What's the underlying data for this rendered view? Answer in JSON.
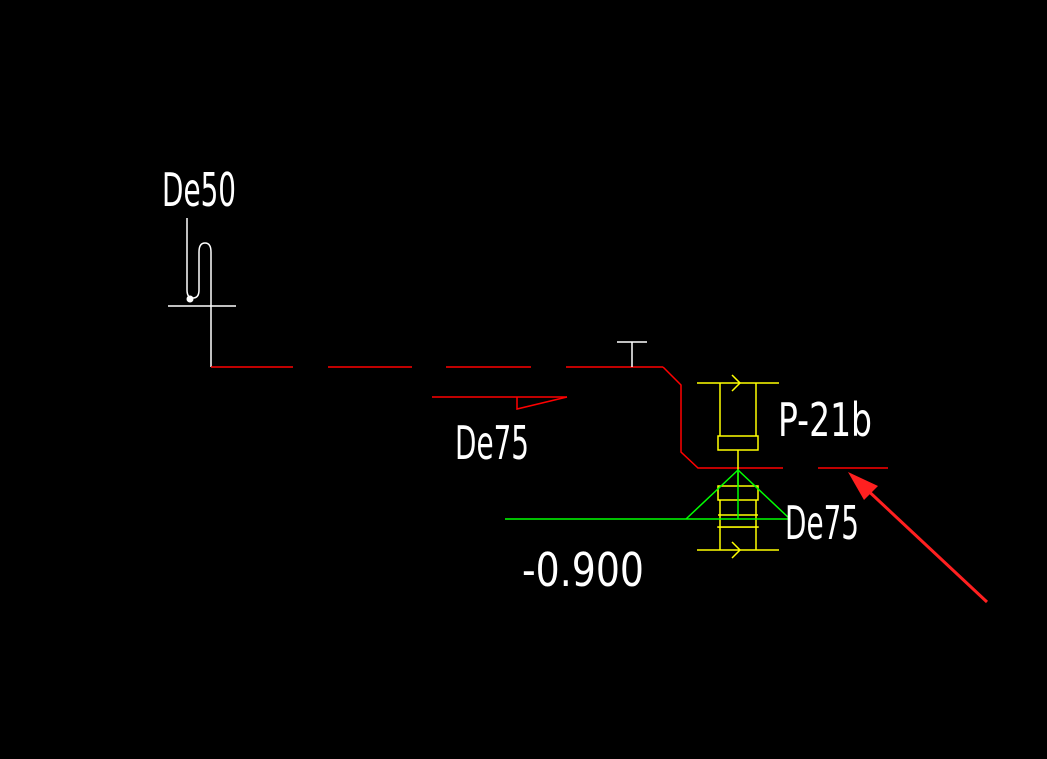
{
  "colors": {
    "background": "#000000",
    "pipe": "#ff0000",
    "pipe_fitting": "#ffffff",
    "trap": "#ffff00",
    "floor_level": "#00ff00",
    "text": "#ffffff",
    "pointer_arrow": "#ff2020"
  },
  "labels": {
    "vent_pipe": "De50",
    "branch_pipe": "De75",
    "trap_model": "P-21b",
    "outlet_pipe": "De75",
    "floor_elevation": "-0.900"
  },
  "annotation": {
    "arrow_icon": "red-pointer-arrow"
  }
}
